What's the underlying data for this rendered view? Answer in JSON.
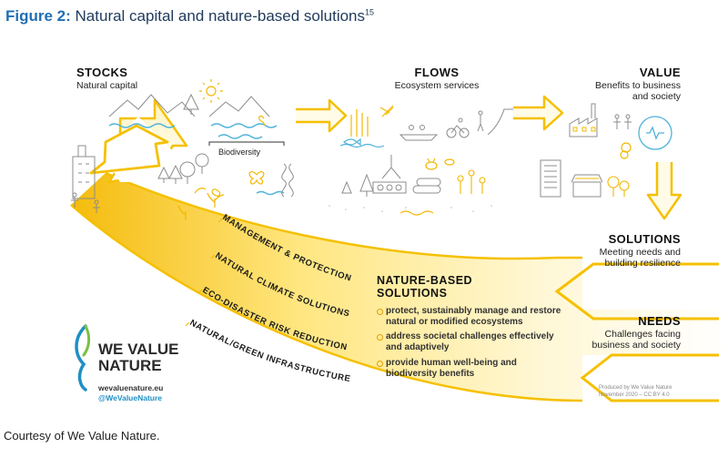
{
  "figure": {
    "lead": "Figure 2:",
    "title": "Natural capital and nature-based solutions",
    "ref": "15"
  },
  "stocks": {
    "heading": "STOCKS",
    "sub": "Natural capital",
    "biodiversity": "Biodiversity"
  },
  "flows": {
    "heading": "FLOWS",
    "sub": "Ecosystem services"
  },
  "value": {
    "heading": "VALUE",
    "sub1": "Benefits to business",
    "sub2": "and society"
  },
  "solutions": {
    "heading": "SOLUTIONS",
    "sub1": "Meeting needs and",
    "sub2": "building resilience"
  },
  "needs": {
    "heading": "NEEDS",
    "sub1": "Challenges facing",
    "sub2": "business and society"
  },
  "arcs": [
    "MANAGEMENT & PROTECTION",
    "NATURAL CLIMATE SOLUTIONS",
    "ECO-DISASTER RISK REDUCTION",
    "NATURAL/GREEN INFRASTRUCTURE"
  ],
  "nbs": {
    "title1": "NATURE-BASED",
    "title2": "SOLUTIONS",
    "bullets": [
      "protect, sustainably manage and restore natural or modified ecosystems",
      "address societal challenges effectively and adaptively",
      "provide human well-being and biodiversity benefits"
    ]
  },
  "logo": {
    "line1": "WE VALUE",
    "line2": "NATURE",
    "site": "wevaluenature.eu",
    "handle": "@WeValueNature"
  },
  "produced": {
    "line1": "Produced by We Value Nature",
    "line2": "November 2020 – CC BY 4.0"
  },
  "courtesy": "Courtesy of We Value Nature.",
  "colors": {
    "accent": "#f2b800",
    "arrow": "#f5c000",
    "band_light": "#fff6cf",
    "line_art": "#8c8c8c",
    "water": "#4fb3d9",
    "title_blue": "#1f6fb5"
  },
  "icons": [
    "mountain-icon",
    "tree-icon",
    "sun-icon",
    "wave-icon",
    "butterfly-icon",
    "factory-icon",
    "heart-pulse-icon",
    "person-icon",
    "house-icon",
    "flower-icon",
    "bee-icon"
  ]
}
